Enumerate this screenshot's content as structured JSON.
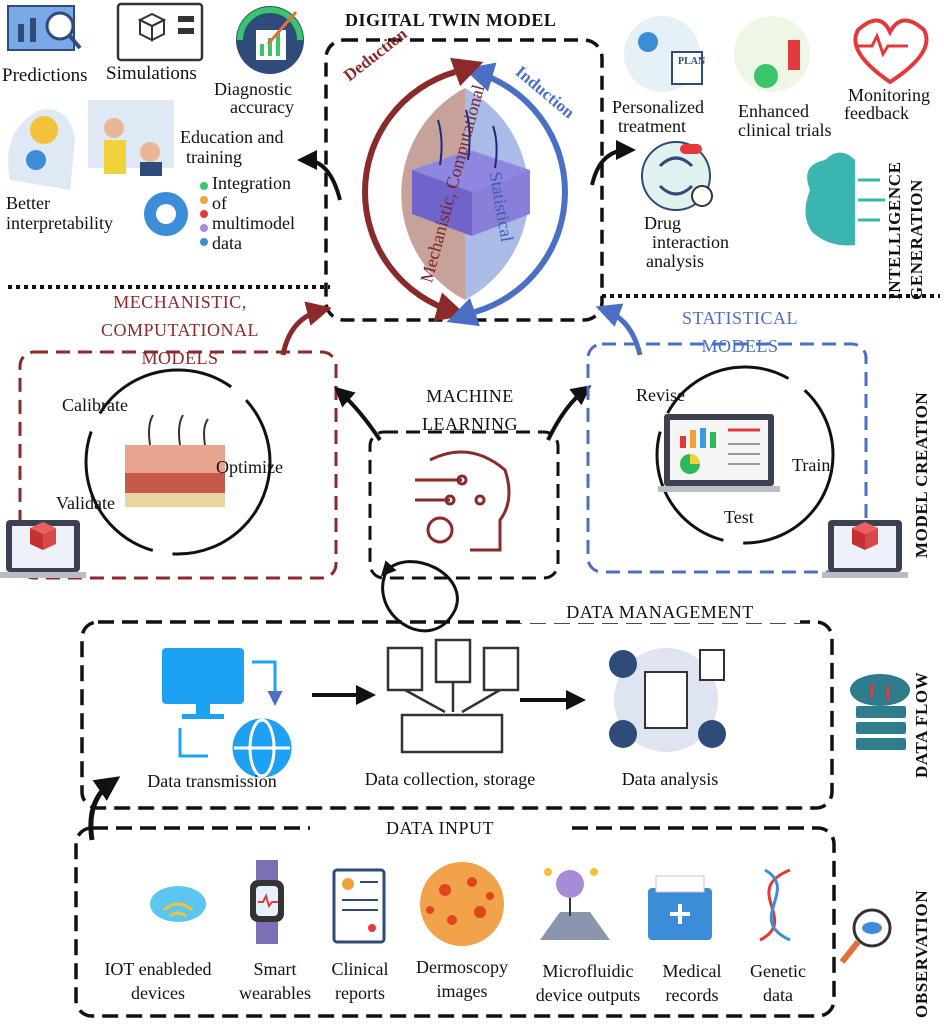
{
  "digital_twin": {
    "title": "DIGITAL TWIN MODEL",
    "deduction": "Deduction",
    "induction": "Induction",
    "computational": "Mechanistic, Computational",
    "statistical": "Statistical"
  },
  "left_outputs": {
    "predictions": "Predictions",
    "simulations": "Simulations",
    "diagnostic_1": "Diagnostic",
    "diagnostic_2": "accuracy",
    "education_1": "Education and",
    "education_2": "training",
    "interpret_1": "Better",
    "interpret_2": "interpretability",
    "integration_1": "Integration",
    "integration_2": "of",
    "integration_3": "multimodel",
    "integration_4": "data"
  },
  "right_outputs": {
    "personalized_1": "Personalized",
    "personalized_2": "treatment",
    "plan_text": "PLAN",
    "trials_1": "Enhanced",
    "trials_2": "clinical trials",
    "monitoring_1": "Monitoring",
    "monitoring_2": "feedback",
    "drug_1": "Drug",
    "drug_2": "interaction",
    "drug_3": "analysis"
  },
  "model_creation": {
    "mech_1": "MECHANISTIC,",
    "mech_2": "COMPUTATIONAL",
    "mech_3": "MODELS",
    "calibrate": "Calibrate",
    "optimize": "Optimize",
    "validate": "Validate",
    "ml_1": "MACHINE",
    "ml_2": "LEARNING",
    "stat_1": "STATISTICAL",
    "stat_2": "MODELS",
    "revise": "Revise",
    "train": "Train",
    "test": "Test"
  },
  "data_management": {
    "title": "DATA MANAGEMENT",
    "transmission": "Data transmission",
    "collection": "Data collection, storage",
    "analysis": "Data analysis"
  },
  "data_input": {
    "title": "DATA INPUT",
    "items": [
      {
        "line1": "IOT enableded",
        "line2": "devices"
      },
      {
        "line1": "Smart",
        "line2": "wearables"
      },
      {
        "line1": "Clinical",
        "line2": "reports"
      },
      {
        "line1": "Dermoscopy",
        "line2": "images"
      },
      {
        "line1": "Microfluidic",
        "line2": "device outputs"
      },
      {
        "line1": "Medical",
        "line2": "records"
      },
      {
        "line1": "Genetic",
        "line2": "data"
      }
    ]
  },
  "side_labels": {
    "intelligence": "INTELLIGENCE GENERATION",
    "model_creation": "MODEL CREATION",
    "data_flow": "DATA FLOW",
    "observation": "OBSERVATION"
  },
  "colors": {
    "mech": "#8b2a2a",
    "stat": "#4a6fc4",
    "dash": "#111111",
    "accent_blue": "#1da1f2"
  }
}
